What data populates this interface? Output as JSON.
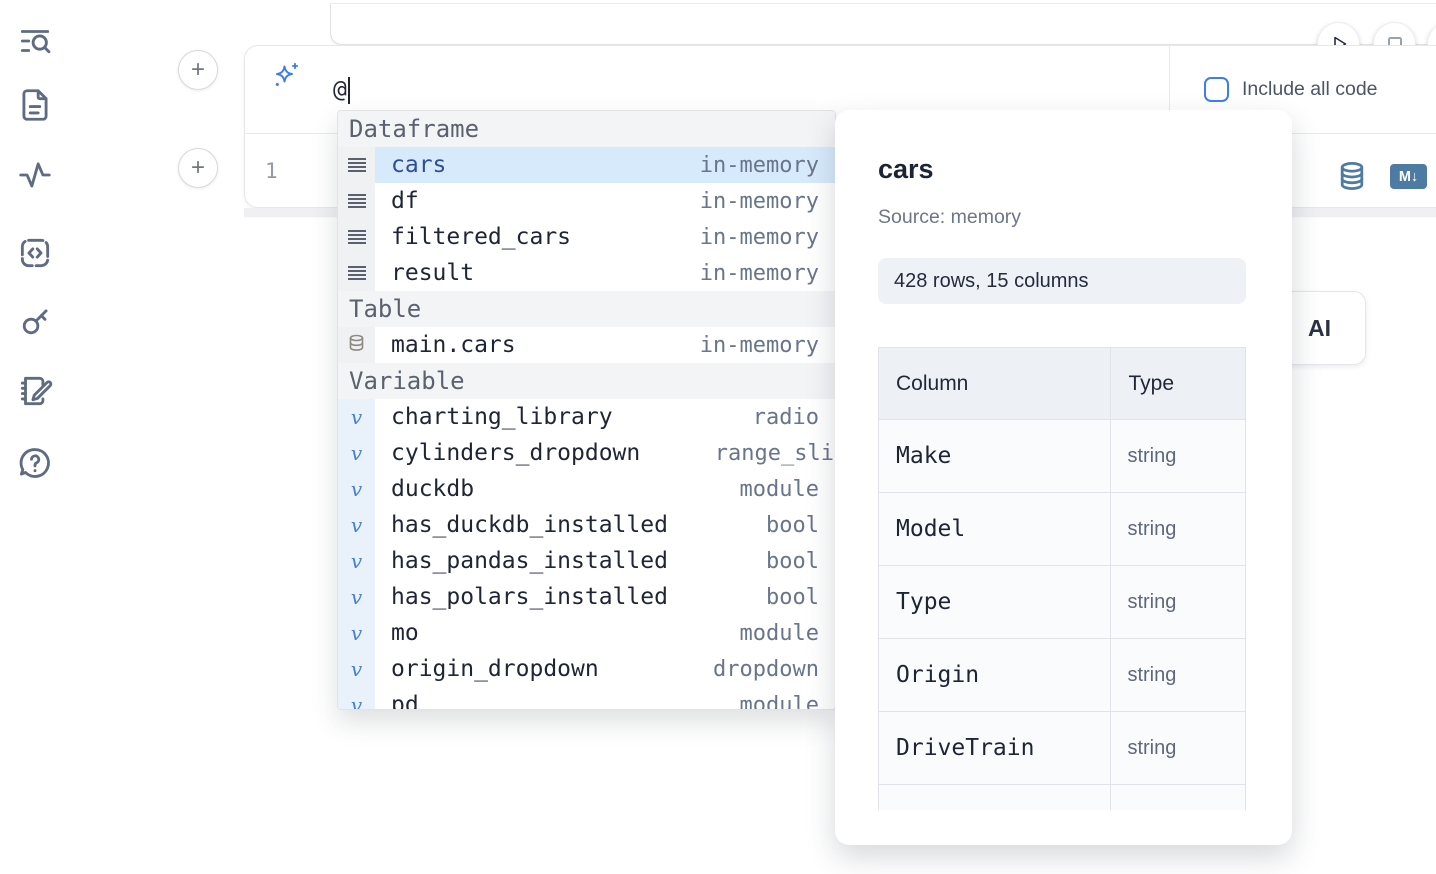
{
  "colors": {
    "accent_blue": "#3b82f6",
    "steel_blue": "#4e7ba3",
    "selection_bg": "#d7eafb",
    "checkbox_blue": "#3e7df0"
  },
  "sidebar": {
    "icons": [
      "list-search",
      "file-text",
      "activity-pulse",
      "code-snippet",
      "key",
      "scratchpad",
      "help-chat"
    ]
  },
  "toolbar": {
    "run_button": "play",
    "stop_button": "stop"
  },
  "add_buttons": {
    "plus_label": "+"
  },
  "ai_cell": {
    "prompt_value": "@",
    "include_all_code_label": "Include all code"
  },
  "code_cell": {
    "line_number": "1",
    "markdown_badge": "M↓"
  },
  "ai_button": {
    "label": "AI"
  },
  "completion_menu": {
    "sections": [
      {
        "label": "Dataframe",
        "items": [
          {
            "name": "cars",
            "detail": "in-memory"
          },
          {
            "name": "df",
            "detail": "in-memory"
          },
          {
            "name": "filtered_cars",
            "detail": "in-memory"
          },
          {
            "name": "result",
            "detail": "in-memory"
          }
        ]
      },
      {
        "label": "Table",
        "items": [
          {
            "name": "main.cars",
            "detail": "in-memory"
          }
        ]
      },
      {
        "label": "Variable",
        "items": [
          {
            "name": "charting_library",
            "detail": "radio"
          },
          {
            "name": "cylinders_dropdown",
            "detail": "range_sli"
          },
          {
            "name": "duckdb",
            "detail": "module"
          },
          {
            "name": "has_duckdb_installed",
            "detail": "bool"
          },
          {
            "name": "has_pandas_installed",
            "detail": "bool"
          },
          {
            "name": "has_polars_installed",
            "detail": "bool"
          },
          {
            "name": "mo",
            "detail": "module"
          },
          {
            "name": "origin_dropdown",
            "detail": "dropdown"
          },
          {
            "name": "pd",
            "detail": "module"
          }
        ]
      }
    ]
  },
  "preview_panel": {
    "title": "cars",
    "source": "Source: memory",
    "shape": "428 rows, 15 columns",
    "table": {
      "headers": [
        "Column",
        "Type"
      ],
      "rows": [
        [
          "Make",
          "string"
        ],
        [
          "Model",
          "string"
        ],
        [
          "Type",
          "string"
        ],
        [
          "Origin",
          "string"
        ],
        [
          "DriveTrain",
          "string"
        ]
      ]
    }
  }
}
